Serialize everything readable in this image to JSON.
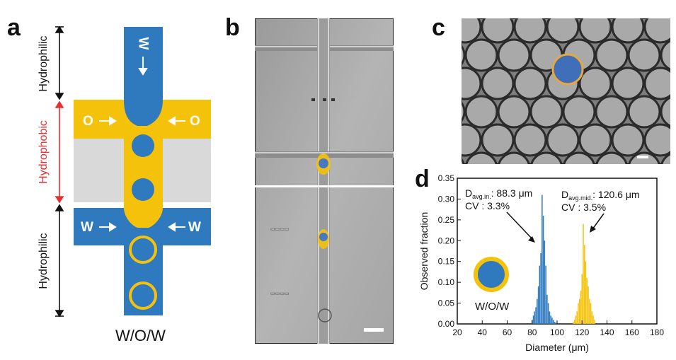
{
  "panels": {
    "a": {
      "letter": "a",
      "inlet_top": "W",
      "oil_left": "O",
      "oil_right": "O",
      "water_left": "W",
      "water_right": "W",
      "side_top": "Hydrophilic",
      "side_mid": "Hydrophobic",
      "side_bottom": "Hydrophilic",
      "caption": "W/O/W",
      "colors": {
        "water": "#2f79bf",
        "oil": "#f5c20b",
        "hydrophobic": "#d8d8d8",
        "hydrophobic_label": "#e53030"
      }
    },
    "b": {
      "letter": "b"
    },
    "c": {
      "letter": "c"
    },
    "d": {
      "letter": "d",
      "annot_in": {
        "prefix": "D",
        "sub": "avg.in.",
        "value": ": 88.3 μm",
        "cv": "CV : 3.3%"
      },
      "annot_mid": {
        "prefix": "D",
        "sub": "avg.mid.",
        "value": ": 120.6 μm",
        "cv": "CV : 3.5%"
      },
      "legend_label": "W/O/W"
    }
  },
  "chart_data": {
    "type": "bar",
    "xlabel": "Diameter (μm)",
    "ylabel": "Observed fraction",
    "xlim": [
      20,
      180
    ],
    "ylim": [
      0,
      0.35
    ],
    "xticks": [
      20,
      40,
      60,
      80,
      100,
      120,
      140,
      160,
      180
    ],
    "yticks": [
      "0.00",
      "0.05",
      "0.10",
      "0.15",
      "0.20",
      "0.25",
      "0.30",
      "0.35"
    ],
    "series": [
      {
        "color": "#2f79bf",
        "points": [
          [
            80,
            0.01
          ],
          [
            81,
            0.02
          ],
          [
            82,
            0.03
          ],
          [
            83,
            0.04
          ],
          [
            84,
            0.06
          ],
          [
            85,
            0.09
          ],
          [
            86,
            0.14
          ],
          [
            87,
            0.17
          ],
          [
            88,
            0.31
          ],
          [
            89,
            0.26
          ],
          [
            90,
            0.2
          ],
          [
            91,
            0.14
          ],
          [
            92,
            0.07
          ],
          [
            93,
            0.05
          ],
          [
            94,
            0.03
          ],
          [
            95,
            0.02
          ],
          [
            96,
            0.015
          ],
          [
            97,
            0.01
          ],
          [
            98,
            0.005
          ],
          [
            99,
            0.003
          ],
          [
            100,
            0.002
          ]
        ]
      },
      {
        "color": "#f5c20b",
        "points": [
          [
            113,
            0.005
          ],
          [
            114,
            0.01
          ],
          [
            115,
            0.02
          ],
          [
            116,
            0.03
          ],
          [
            117,
            0.05
          ],
          [
            118,
            0.06
          ],
          [
            119,
            0.08
          ],
          [
            120,
            0.12
          ],
          [
            121,
            0.24
          ],
          [
            122,
            0.19
          ],
          [
            123,
            0.15
          ],
          [
            124,
            0.11
          ],
          [
            125,
            0.09
          ],
          [
            126,
            0.06
          ],
          [
            127,
            0.05
          ],
          [
            128,
            0.03
          ],
          [
            129,
            0.02
          ],
          [
            130,
            0.01
          ]
        ]
      }
    ]
  }
}
